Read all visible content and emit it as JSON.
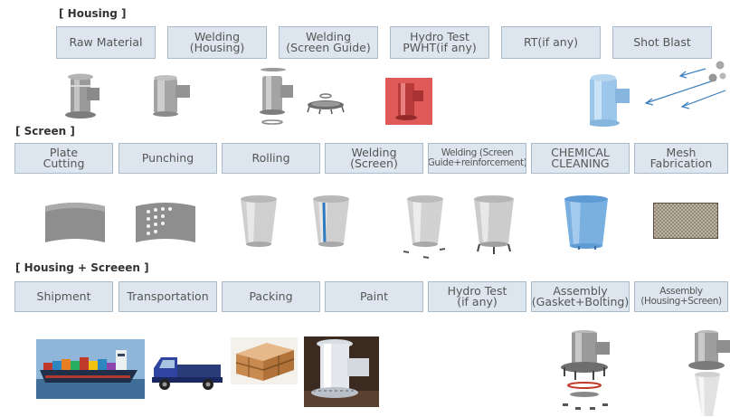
{
  "sections": {
    "housing": {
      "title": "[ Housing ]",
      "steps": [
        "Raw Material",
        "Welding\n(Housing)",
        "Welding\n(Screen Guide)",
        "Hydro Test\nPWHT(if any)",
        "RT(if any)",
        "Shot Blast"
      ]
    },
    "screen": {
      "title": "[ Screen ]",
      "steps": [
        "Plate\nCutting",
        "Punching",
        "Rolling",
        "Welding\n(Screen)",
        "Welding (Screen\nGuide+reinforcement)",
        "CHEMICAL\nCLEANING",
        "Mesh\nFabrication"
      ]
    },
    "assembly": {
      "title": "[ Housing + Screeen ]",
      "steps": [
        "Shipment",
        "Transportation",
        "Packing",
        "Paint",
        "Hydro Test\n(if any)",
        "Assembly\n(Gasket+Bolting)",
        "Assembly\n(Housing+Screen)"
      ]
    }
  },
  "icons": {
    "housing_raw": "tee-housing-icon",
    "housing_welded": "welded-housing-icon",
    "housing_guide": "housing-screen-guide-icon",
    "housing_hydro": "hydro-tested-housing-icon",
    "housing_shot": "shot-blast-housing-icon",
    "screen_plate": "curved-plate-icon",
    "screen_punch": "punched-plate-icon",
    "screen_roll": "rolled-screen-icon",
    "screen_weld": "welded-screen-icon",
    "screen_guide": "screen-with-guide-icon",
    "screen_reinf": "reinforced-screen-icon",
    "screen_clean": "cleaned-screen-icon",
    "screen_mesh": "wire-mesh-icon",
    "ship": "container-ship-photo",
    "truck": "truck-photo",
    "crate": "wooden-crate-photo",
    "paint": "painted-housing-photo",
    "gasket": "gasket-bolting-assembly-icon",
    "final": "housing-screen-assembly-icon"
  },
  "colors": {
    "step_fill": "#dde6ee",
    "step_border": "#a9bac9",
    "hydro_highlight": "#e05a5a",
    "clean_highlight": "#7ab0e0"
  }
}
